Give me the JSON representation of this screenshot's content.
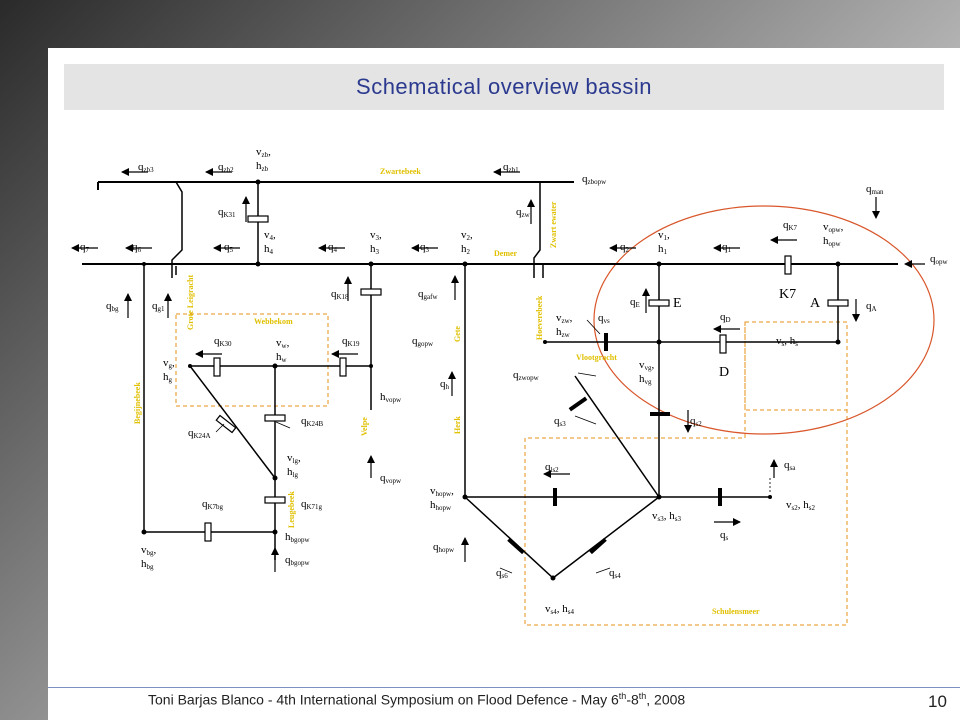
{
  "slide": {
    "title": "Schematical overview bassin",
    "footer_parts": [
      "Toni Barjas Blanco  -  4th International Symposium on Flood Defence - May 6",
      "th",
      "-8",
      "th",
      ", 2008"
    ],
    "page_number": "10"
  },
  "colors": {
    "title": "#2b3a8f",
    "line": "#000000",
    "boundary": "#e6901a",
    "highlight": "#d9572b",
    "river_label": "#e0c000"
  },
  "river_labels": {
    "zwartebeek": "Zwartebeek",
    "demer": "Demer",
    "zwart_ewater": "Zwart ewater",
    "grote_leigracht": "Grote Leigracht",
    "webbekom": "Webbekom",
    "begijnebeek": "Begijnebeek",
    "velpe": "Velpe",
    "gete": "Gete",
    "herk": "Herk",
    "hoeverebeek": "Hoeverebeek",
    "vlootgracht": "Vlootgracht",
    "leugebeek": "Leugebeek",
    "schulensmeer": "Schulensmeer"
  },
  "labels": {
    "vzb": [
      "v",
      "zb",
      ",",
      "h",
      "zb"
    ],
    "v4": [
      "v",
      "4",
      ",",
      "h",
      "4"
    ],
    "v3": [
      "v",
      "3",
      ",",
      "h",
      "3"
    ],
    "v2": [
      "v",
      "2",
      ",",
      "h",
      "2"
    ],
    "v1": [
      "v",
      "1",
      ",",
      "h",
      "1"
    ],
    "vopw": [
      "v",
      "opw",
      ",",
      "h",
      "opw"
    ],
    "vw": [
      "v",
      "w",
      ",",
      "h",
      "w"
    ],
    "vg": [
      "v",
      "g",
      ",",
      "h",
      "g"
    ],
    "vlg": [
      "v",
      "lg",
      ",",
      "h",
      "lg"
    ],
    "vbg": [
      "v",
      "bg",
      ",",
      "h",
      "bg"
    ],
    "vzw": [
      "v",
      "zw",
      ",",
      "h",
      "zw"
    ],
    "vvg": [
      "v",
      "vg",
      ",",
      "h",
      "vg"
    ],
    "vs": [
      "v",
      "s",
      ",",
      "h",
      "s"
    ],
    "vhopw": [
      "v",
      "hopw",
      ",",
      "h",
      "hopw"
    ],
    "vs3": [
      "v",
      "s3",
      ",",
      "h",
      "s3"
    ],
    "vs2": [
      "v",
      "s2",
      ",",
      "h",
      "s2"
    ],
    "vs4": [
      "v",
      "s4",
      ",",
      "h",
      "s4"
    ],
    "q_zb3": [
      "q",
      "zb3"
    ],
    "q_zb2": [
      "q",
      "zb2"
    ],
    "q_zb1": [
      "q",
      "zb1"
    ],
    "q_zbopw": [
      "q",
      "zbopw"
    ],
    "q_K31": [
      "q",
      "K31"
    ],
    "q_zw": [
      "q",
      "zw"
    ],
    "q_man": [
      "q",
      "man"
    ],
    "q_K7": [
      "q",
      "K7"
    ],
    "q_7": [
      "q",
      "7"
    ],
    "q_6": [
      "q",
      "6"
    ],
    "q_5": [
      "q",
      "5"
    ],
    "q_4": [
      "q",
      "4"
    ],
    "q_3": [
      "q",
      "3"
    ],
    "q_2": [
      "q",
      "2"
    ],
    "q_1": [
      "q",
      "1"
    ],
    "q_opw": [
      "q",
      "opw"
    ],
    "q_bg": [
      "q",
      "bg"
    ],
    "q_g1": [
      "q",
      "g1"
    ],
    "q_K18": [
      "q",
      "K18"
    ],
    "q_gafw": [
      "q",
      "gafw"
    ],
    "q_E": [
      "q",
      "E"
    ],
    "q_A": [
      "q",
      "A"
    ],
    "q_K30": [
      "q",
      "K30"
    ],
    "q_K19": [
      "q",
      "K19"
    ],
    "q_gopw": [
      "q",
      "gopw"
    ],
    "q_vs": [
      "q",
      "vs"
    ],
    "q_D": [
      "q",
      "D"
    ],
    "q_h": [
      "q",
      "h"
    ],
    "q_zwopw": [
      "q",
      "zwopw"
    ],
    "q_K24A": [
      "q",
      "K24A"
    ],
    "q_K24B": [
      "q",
      "K24B"
    ],
    "h_vopw": [
      "h",
      "vopw"
    ],
    "q_s3": [
      "q",
      "s3"
    ],
    "q_s2": [
      "q",
      "s2"
    ],
    "q_vopw": [
      "q",
      "vopw"
    ],
    "q_ls2": [
      "q",
      "ls2"
    ],
    "q_sa": [
      "q",
      "sa"
    ],
    "q_K7bg": [
      "q",
      "K7bg"
    ],
    "q_K71g": [
      "q",
      "K71g"
    ],
    "h_bgopw": [
      "h",
      "bgopw"
    ],
    "q_bgopw": [
      "q",
      "bgopw"
    ],
    "q_hopw": [
      "q",
      "hopw"
    ],
    "q_s": [
      "q",
      "s"
    ],
    "q_s6": [
      "q",
      "s6"
    ],
    "q_s4": [
      "q",
      "s4"
    ]
  },
  "structures": {
    "E": "E",
    "A": "A",
    "D": "D",
    "K7": "K7"
  }
}
